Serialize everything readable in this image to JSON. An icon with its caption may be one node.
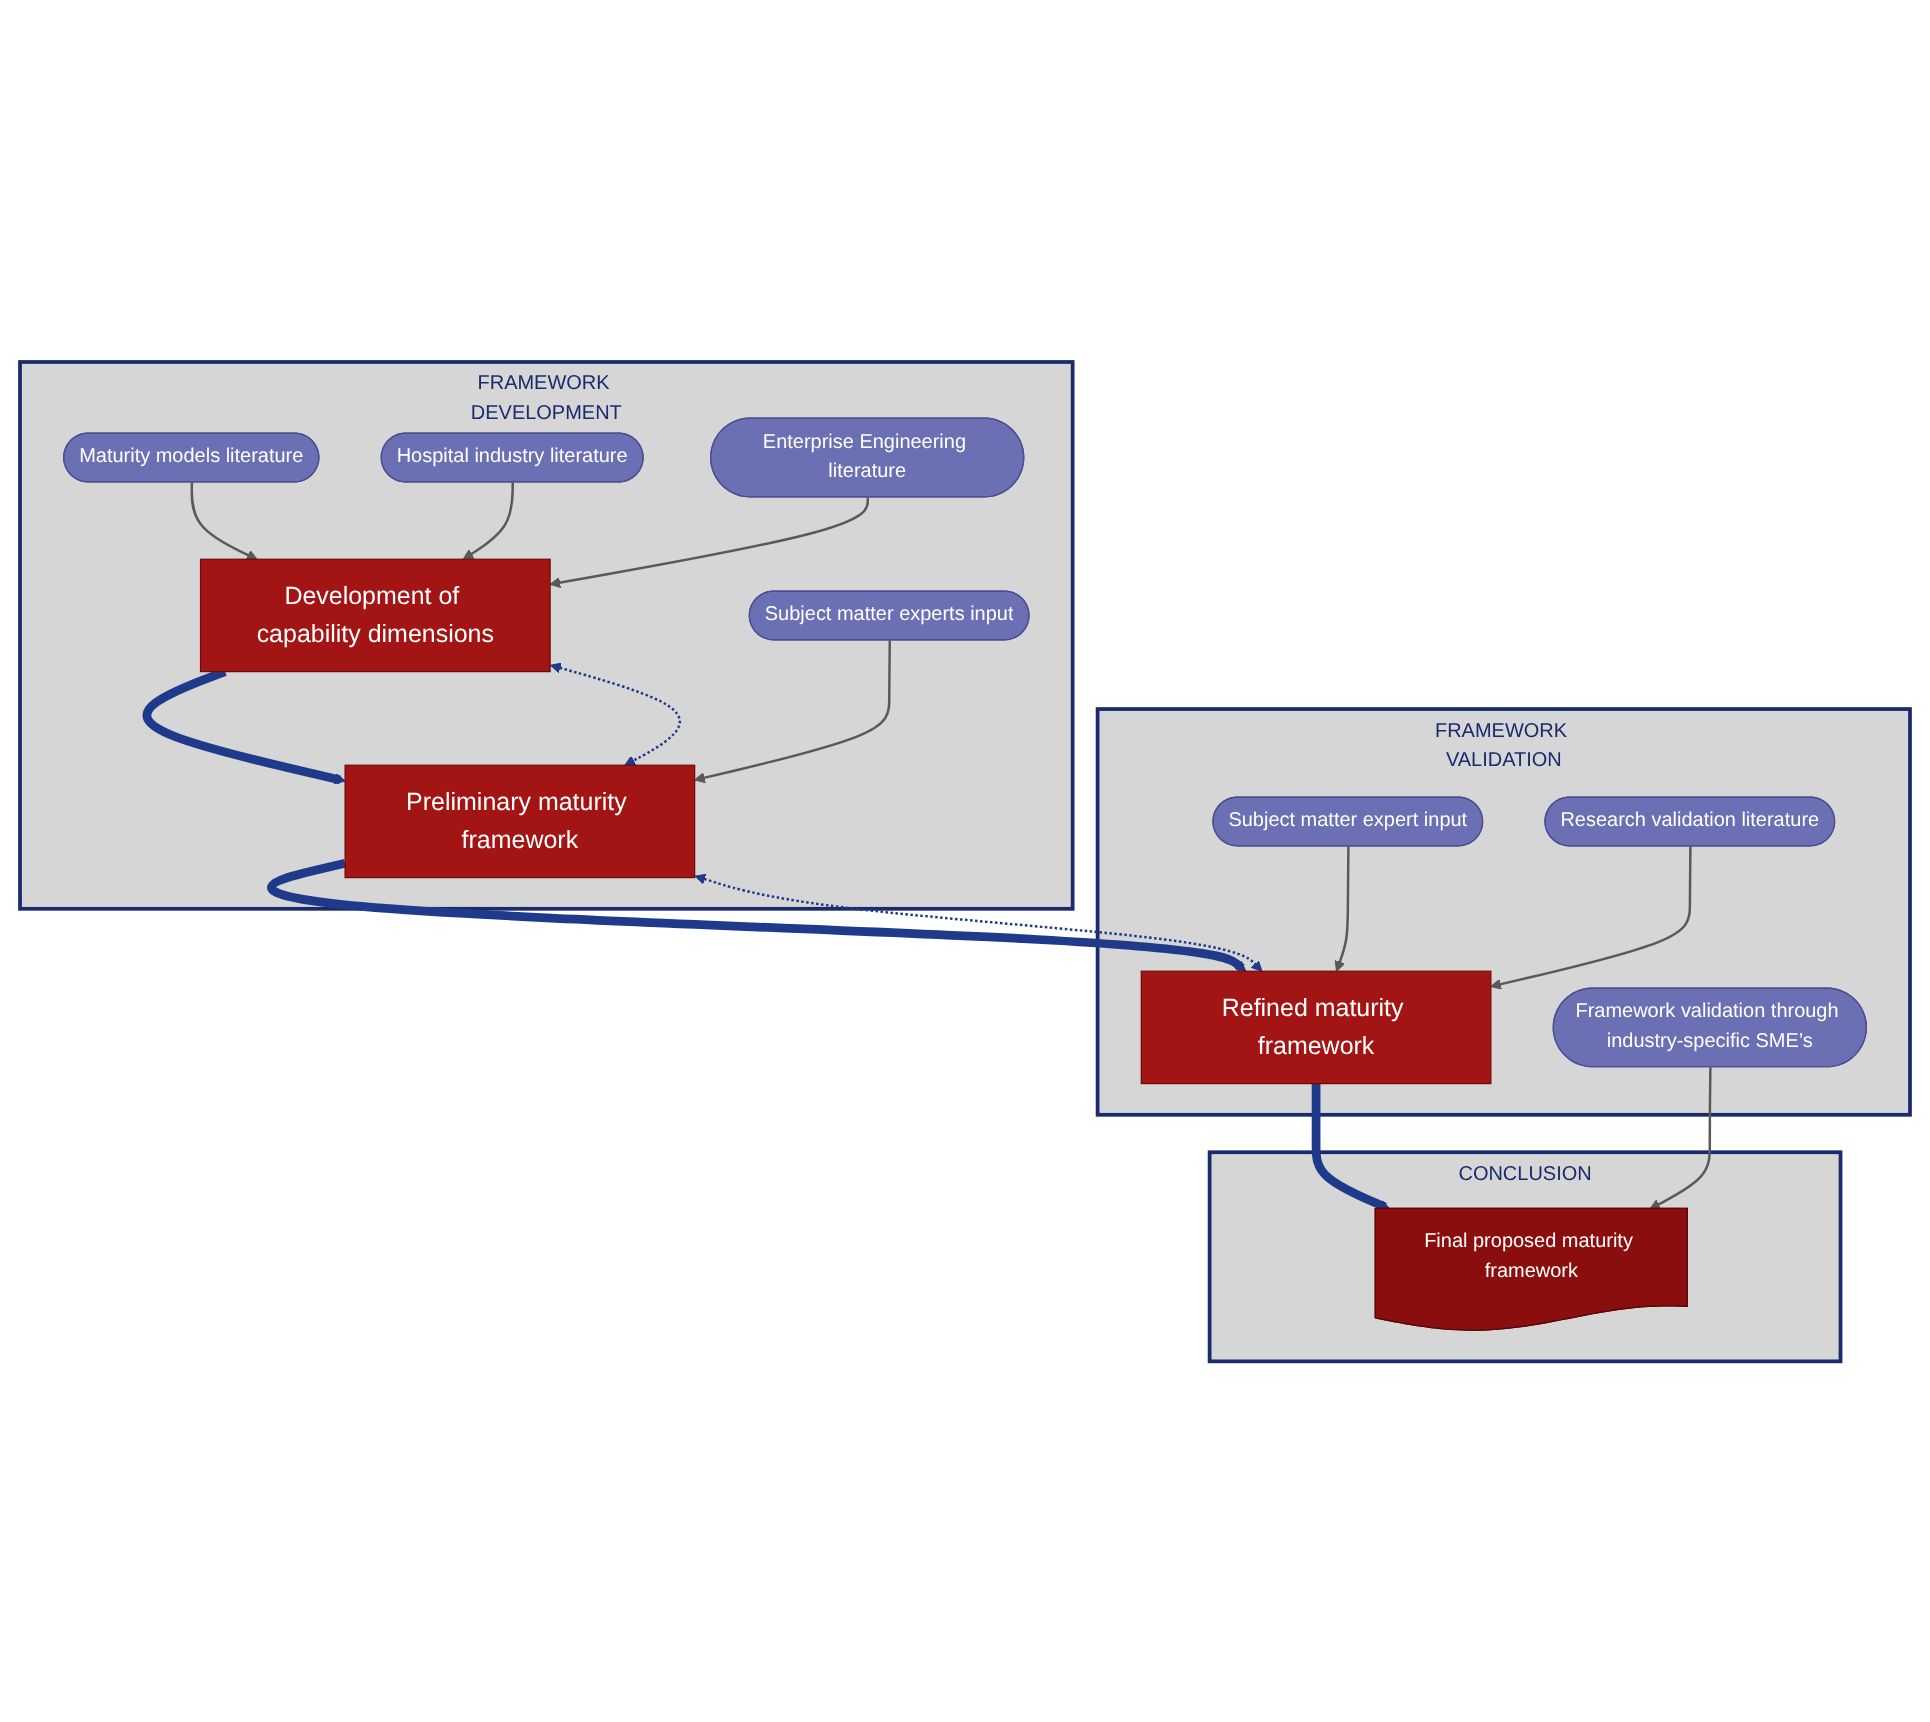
{
  "diagram": {
    "nodes": [
      {
        "text": [
          "FRAMEWORK DEVELOPMENT"
        ]
      },
      {
        "text": [
          "Maturity models literature"
        ],
        "in": 0
      },
      {
        "text": [
          "Development of capability dimensions"
        ],
        "in": 0
      },
      {
        "text": [
          "Enterprise Engineering literature"
        ],
        "in": 0
      },
      {
        "text": [
          "Hospital industry literature"
        ],
        "in": 0
      },
      {
        "text": [
          "Preliminary maturity framework"
        ],
        "in": 0
      },
      {
        "text": [
          "Subject matter experts input"
        ],
        "in": 0
      },
      {
        "text": [
          "FRAMEWORK VALIDATION"
        ]
      },
      {
        "text": [
          "Subject matter expert input"
        ],
        "in": 7
      },
      {
        "text": [
          "Research validation literature"
        ],
        "in": 7
      },
      {
        "text": [
          "Refined maturity framework"
        ],
        "in": 7
      },
      {
        "text": [
          "Framework validation through industry-specific SME’s"
        ],
        "in": 7
      },
      {
        "text": [
          "CONCLUSION"
        ]
      },
      {
        "text": [
          "Final proposed maturity framework"
        ],
        "in": 12
      }
    ],
    "edges": [
      {
        "from": 1,
        "to": 2,
        "arrow": "to"
      },
      {
        "from": 4,
        "to": 2,
        "arrow": "to"
      },
      {
        "from": 3,
        "to": 2,
        "arrow": "to"
      },
      {
        "from": 2,
        "to": 5,
        "arrow": "to",
        "style": "thick",
        "color": "#1f3a8a"
      },
      {
        "from": 2,
        "to": 5,
        "arrow": "both",
        "style": "dashed",
        "color": "#1f3a8a"
      },
      {
        "from": 6,
        "to": 5,
        "arrow": "to"
      },
      {
        "from": 5,
        "to": 10,
        "arrow": "to",
        "style": "thick",
        "color": "#1f3a8a"
      },
      {
        "from": 5,
        "to": 10,
        "arrow": "both",
        "style": "dashed",
        "color": "#1f3a8a"
      },
      {
        "from": 8,
        "to": 10,
        "arrow": "to"
      },
      {
        "from": 9,
        "to": 10,
        "arrow": "to"
      },
      {
        "from": 10,
        "to": 13,
        "arrow": "to",
        "style": "thick",
        "color": "#1f3a8a"
      },
      {
        "from": 11,
        "to": 13,
        "arrow": "to"
      }
    ]
  }
}
